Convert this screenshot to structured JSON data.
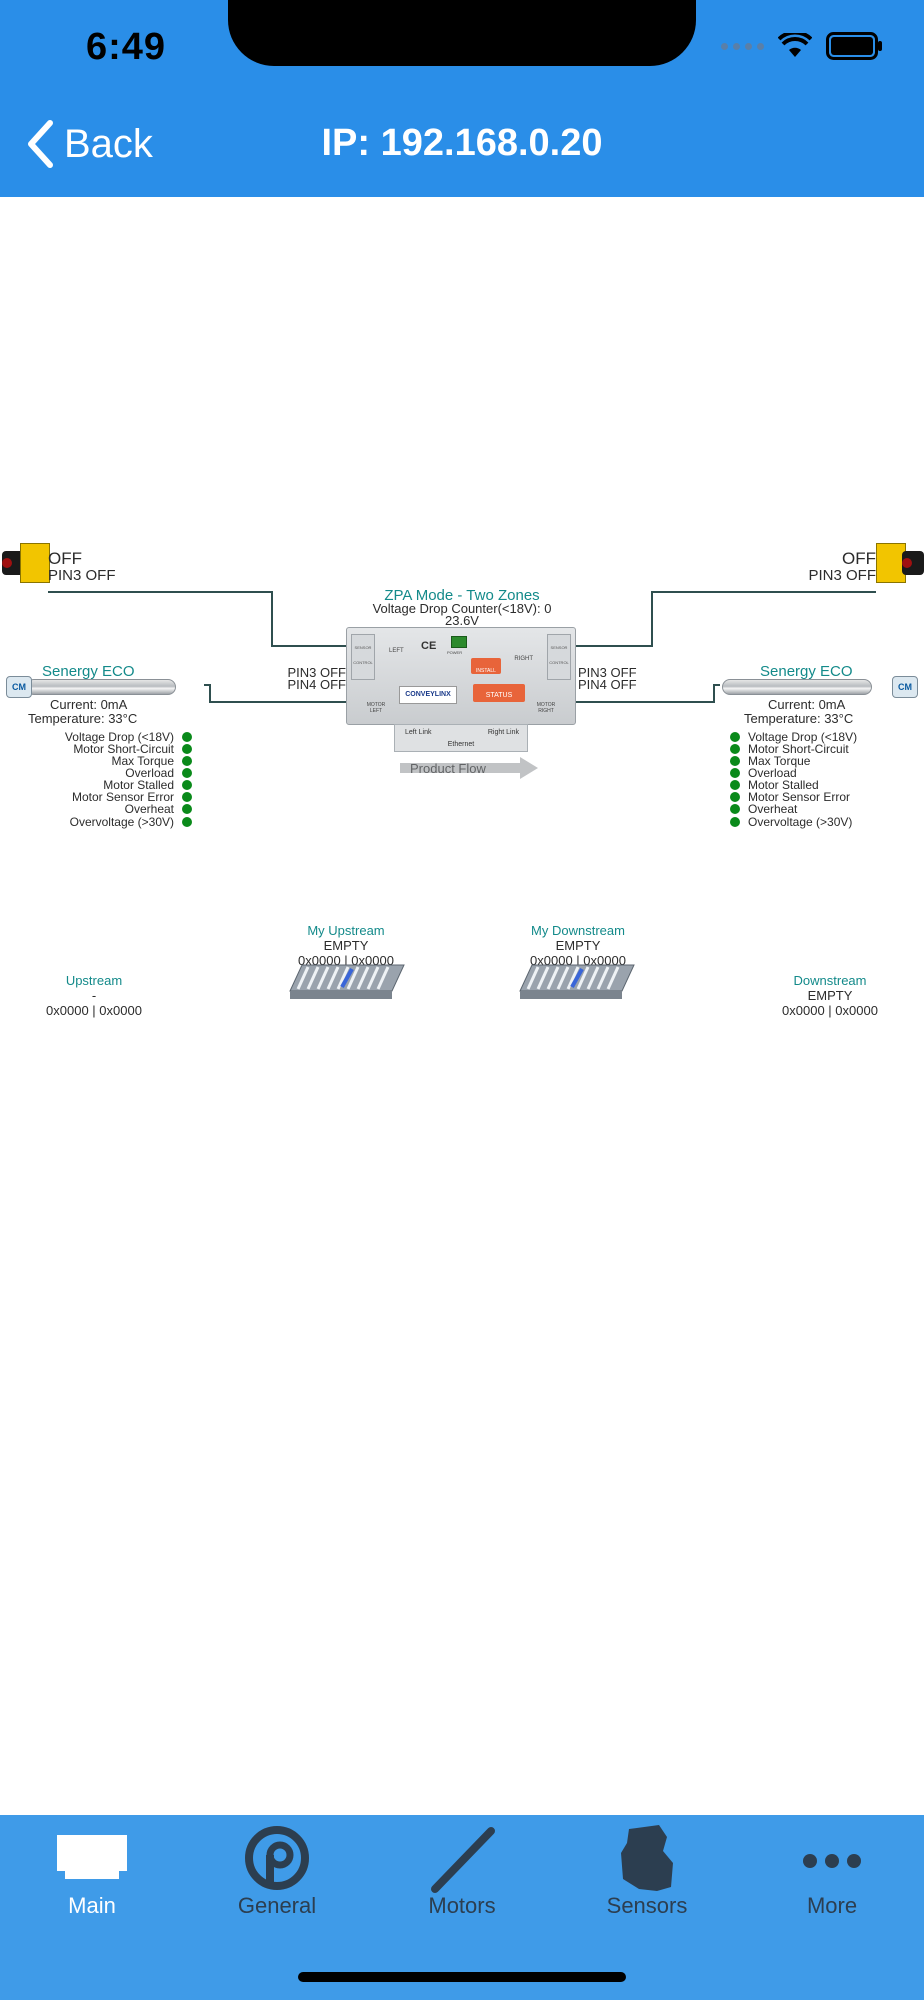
{
  "status_bar": {
    "time": "6:49"
  },
  "nav": {
    "back_label": "Back",
    "title": "IP: 192.168.0.20"
  },
  "mode": {
    "title": "ZPA Mode - Two Zones",
    "voltage_drop_counter": "Voltage Drop Counter(<18V): 0",
    "voltage": "23.6V"
  },
  "left_sensor": {
    "state": "OFF",
    "pin": "PIN3 OFF"
  },
  "right_sensor": {
    "state": "OFF",
    "pin": "PIN3 OFF"
  },
  "left_pins": {
    "pin3": "PIN3 OFF",
    "pin4": "PIN4 OFF"
  },
  "right_pins": {
    "pin3": "PIN3 OFF",
    "pin4": "PIN4 OFF"
  },
  "left_motor": {
    "name": "Senergy ECO",
    "current": "Current: 0mA",
    "temperature": "Temperature: 33°C",
    "statuses": [
      "Voltage Drop (<18V)",
      "Motor Short-Circuit",
      "Max Torque",
      "Overload",
      "Motor Stalled",
      "Motor Sensor Error",
      "Overheat",
      "Overvoltage (>30V)"
    ]
  },
  "right_motor": {
    "name": "Senergy ECO",
    "current": "Current: 0mA",
    "temperature": "Temperature: 33°C",
    "statuses": [
      "Voltage Drop (<18V)",
      "Motor Short-Circuit",
      "Max Torque",
      "Overload",
      "Motor Stalled",
      "Motor Sensor Error",
      "Overheat",
      "Overvoltage (>30V)"
    ]
  },
  "module": {
    "logo": "CONVEYLINX",
    "install_label": "INSTALL",
    "status_label": "STATUS",
    "power_label": "POWER",
    "left_label": "LEFT",
    "right_label": "RIGHT",
    "sensor_left": "SENSOR",
    "control_left": "CONTROL",
    "sensor_right": "SENSOR",
    "control_right": "CONTROL",
    "motor_left": "MOTOR LEFT",
    "motor_right": "MOTOR RIGHT",
    "left_link": "Left Link",
    "right_link": "Right Link",
    "ethernet": "Ethernet"
  },
  "product_flow": "Product Flow",
  "zones": {
    "upstream": {
      "title": "Upstream",
      "status": "-",
      "codes": "0x0000 | 0x0000"
    },
    "my_upstream": {
      "title": "My Upstream",
      "status": "EMPTY",
      "codes": "0x0000 | 0x0000"
    },
    "my_downstream": {
      "title": "My Downstream",
      "status": "EMPTY",
      "codes": "0x0000 | 0x0000"
    },
    "downstream": {
      "title": "Downstream",
      "status": "EMPTY",
      "codes": "0x0000 | 0x0000"
    }
  },
  "tabs": [
    {
      "label": "Main",
      "icon": "main-icon",
      "active": true
    },
    {
      "label": "General",
      "icon": "general-icon",
      "active": false
    },
    {
      "label": "Motors",
      "icon": "motors-icon",
      "active": false
    },
    {
      "label": "Sensors",
      "icon": "sensors-icon",
      "active": false
    },
    {
      "label": "More",
      "icon": "more-icon",
      "active": false
    }
  ],
  "colors": {
    "header_blue": "#2a8ee8",
    "tabbar_blue": "#3f9be8",
    "teal_text": "#138a8a",
    "status_green": "#0a8a1a",
    "active_tab": "#ffffff",
    "inactive_tab": "#2c3e50"
  }
}
